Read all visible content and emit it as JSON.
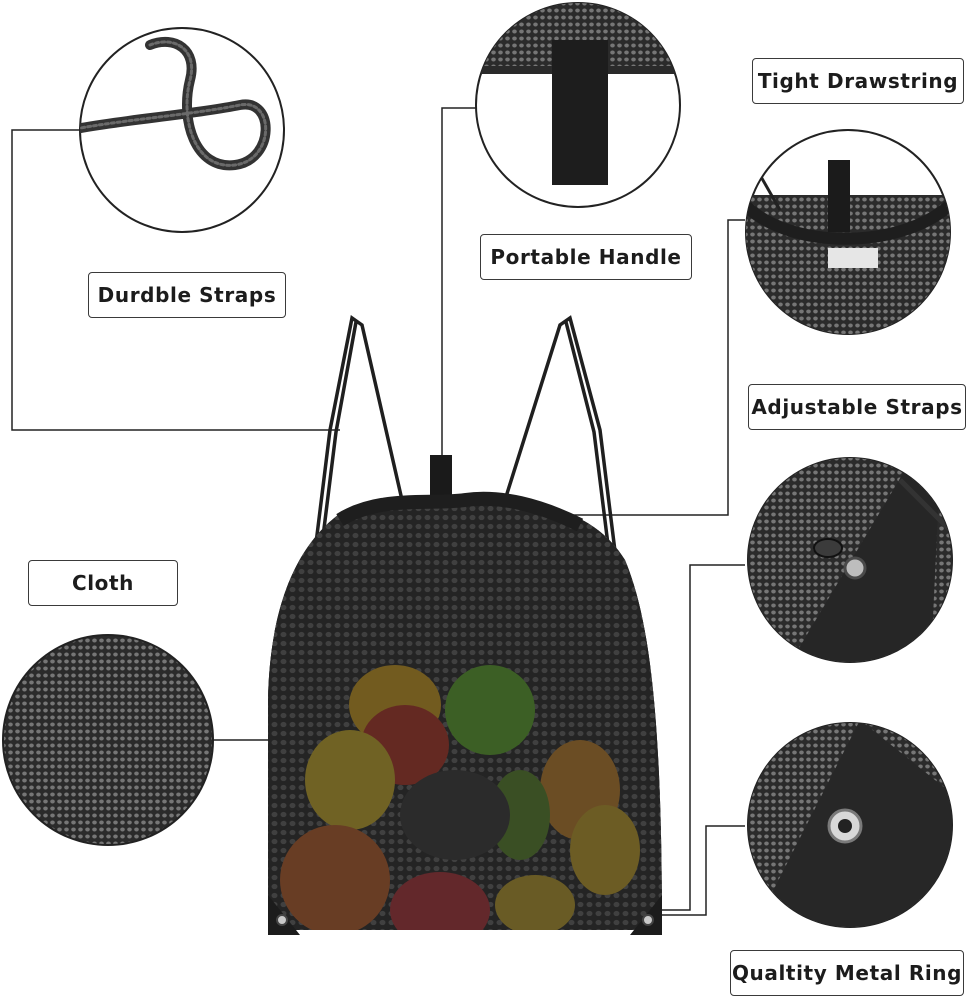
{
  "labels": {
    "durable_straps": "Durdble Straps",
    "portable_handle": "Portable Handle",
    "tight_drawstring": "Tight Drawstring",
    "adjustable_straps": "Adjustable Straps",
    "cloth": "Cloth",
    "metal_ring": "Qualtity Metal Ring"
  },
  "colors": {
    "bag_mesh": "#2b2b2b",
    "label_border": "#3a3a3a",
    "leader_line": "#222222",
    "background": "#ffffff"
  }
}
